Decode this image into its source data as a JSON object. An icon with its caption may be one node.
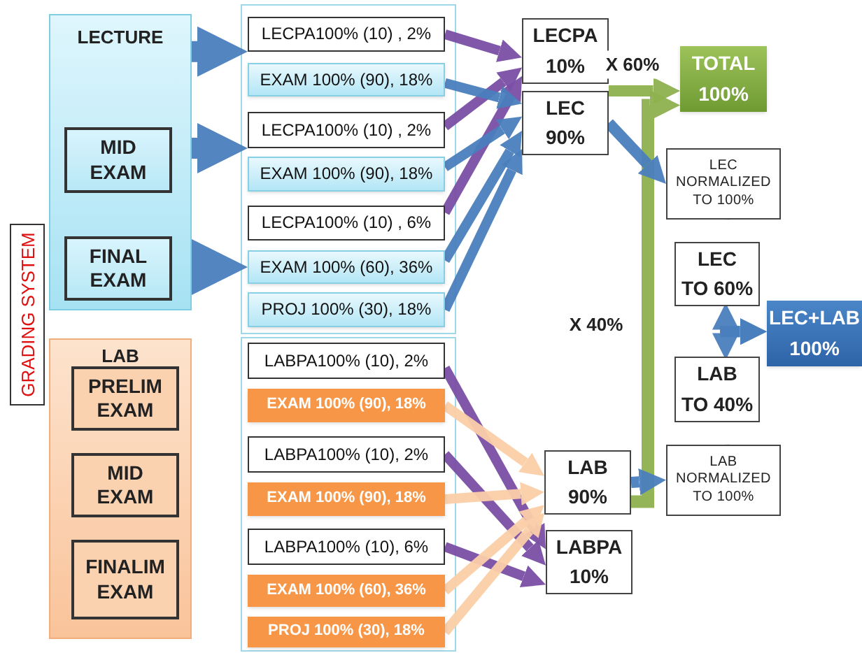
{
  "diagram": {
    "nodes": [
      {
        "text": [
          "LECTURE"
        ]
      },
      {
        "text": [
          "MID EXAM"
        ],
        "in": 0
      },
      {
        "text": [
          "FINAL EXAM"
        ],
        "in": 0
      },
      {
        "text": [
          "LECPA100% (10) , 2%"
        ]
      },
      {
        "text": [
          "EXAM 100% (90), 18%"
        ]
      },
      {
        "text": [
          "LECPA100% (10) , 2%"
        ]
      },
      {
        "text": [
          "EXAM 100% (90), 18%"
        ]
      },
      {
        "text": [
          "LECPA100% (10) , 6%"
        ]
      },
      {
        "text": [
          "EXAM 100% (60), 36%"
        ]
      },
      {
        "text": [
          "PROJ 100% (30), 18%"
        ]
      },
      {
        "text": [
          "LAB"
        ]
      },
      {
        "text": [
          "PRELIM EXAM"
        ],
        "in": 10
      },
      {
        "text": [
          "MID EXAM"
        ],
        "in": 10
      },
      {
        "text": [
          "FINALIM EXAM"
        ],
        "in": 10
      },
      {
        "text": [
          "LABPA100% (10), 2%"
        ]
      },
      {
        "text": [
          "EXAM 100% (90), 18%"
        ]
      },
      {
        "text": [
          "LABPA100% (10), 2%"
        ]
      },
      {
        "text": [
          "EXAM 100% (90), 18%"
        ]
      },
      {
        "text": [
          "LABPA100% (10), 6%"
        ]
      },
      {
        "text": [
          "EXAM 100% (60), 36%"
        ]
      },
      {
        "text": [
          "PROJ 100% (30), 18%"
        ]
      },
      {
        "text": [
          "LECPA",
          "10%"
        ]
      },
      {
        "text": [
          "LEC",
          "90%"
        ]
      },
      {
        "text": [
          "TOTAL",
          "100%"
        ]
      },
      {
        "text": [
          "LEC NORMALIZED TO 100%"
        ]
      },
      {
        "text": [
          "LEC",
          "TO 60%"
        ]
      },
      {
        "text": [
          "LEC+LAB",
          "100%"
        ]
      },
      {
        "text": [
          "LAB",
          "TO 40%"
        ]
      },
      {
        "text": [
          "LAB NORMALIZED TO 100%"
        ]
      },
      {
        "text": [
          "LAB",
          "90%"
        ]
      },
      {
        "text": [
          "LABPA",
          "10%"
        ]
      },
      {
        "text": [
          "GRADING SYSTEM"
        ]
      }
    ],
    "edges": [
      {
        "from": 0,
        "to": 3,
        "arrow": "to",
        "style": "thick"
      },
      {
        "from": 1,
        "to": 5,
        "arrow": "to",
        "style": "thick"
      },
      {
        "from": 2,
        "to": 8,
        "arrow": "to",
        "style": "thick"
      },
      {
        "from": 3,
        "to": 21,
        "arrow": "to",
        "color": "#7b4fa6"
      },
      {
        "from": 5,
        "to": 21,
        "arrow": "to",
        "color": "#7b4fa6"
      },
      {
        "from": 7,
        "to": 21,
        "arrow": "to",
        "color": "#7b4fa6"
      },
      {
        "from": 4,
        "to": 22,
        "arrow": "to"
      },
      {
        "from": 6,
        "to": 22,
        "arrow": "to"
      },
      {
        "from": 8,
        "to": 22,
        "arrow": "to"
      },
      {
        "from": 9,
        "to": 22,
        "arrow": "to"
      },
      {
        "from": 22,
        "to": 23,
        "arrow": "to",
        "label": "X 60%",
        "color": "#8fb24f"
      },
      {
        "from": 29,
        "to": 23,
        "arrow": "to",
        "label": "X 40%",
        "color": "#8fb24f"
      },
      {
        "from": 22,
        "to": 24,
        "arrow": "to"
      },
      {
        "from": 24,
        "to": 25,
        "arrow": "to"
      },
      {
        "from": 25,
        "to": 26,
        "arrow": "both"
      },
      {
        "from": 27,
        "to": 26,
        "arrow": "both"
      },
      {
        "from": 29,
        "to": 28,
        "arrow": "to"
      },
      {
        "from": 28,
        "to": 27,
        "arrow": "to"
      },
      {
        "from": 14,
        "to": 30,
        "arrow": "to",
        "color": "#7b4fa6"
      },
      {
        "from": 16,
        "to": 30,
        "arrow": "to",
        "color": "#7b4fa6"
      },
      {
        "from": 18,
        "to": 30,
        "arrow": "to",
        "color": "#7b4fa6"
      },
      {
        "from": 15,
        "to": 29,
        "arrow": "to",
        "color": "#fbcfa8"
      },
      {
        "from": 17,
        "to": 29,
        "arrow": "to",
        "color": "#fbcfa8"
      },
      {
        "from": 19,
        "to": 29,
        "arrow": "to",
        "color": "#fbcfa8"
      },
      {
        "from": 20,
        "to": 29,
        "arrow": "to",
        "color": "#fbcfa8"
      }
    ]
  }
}
